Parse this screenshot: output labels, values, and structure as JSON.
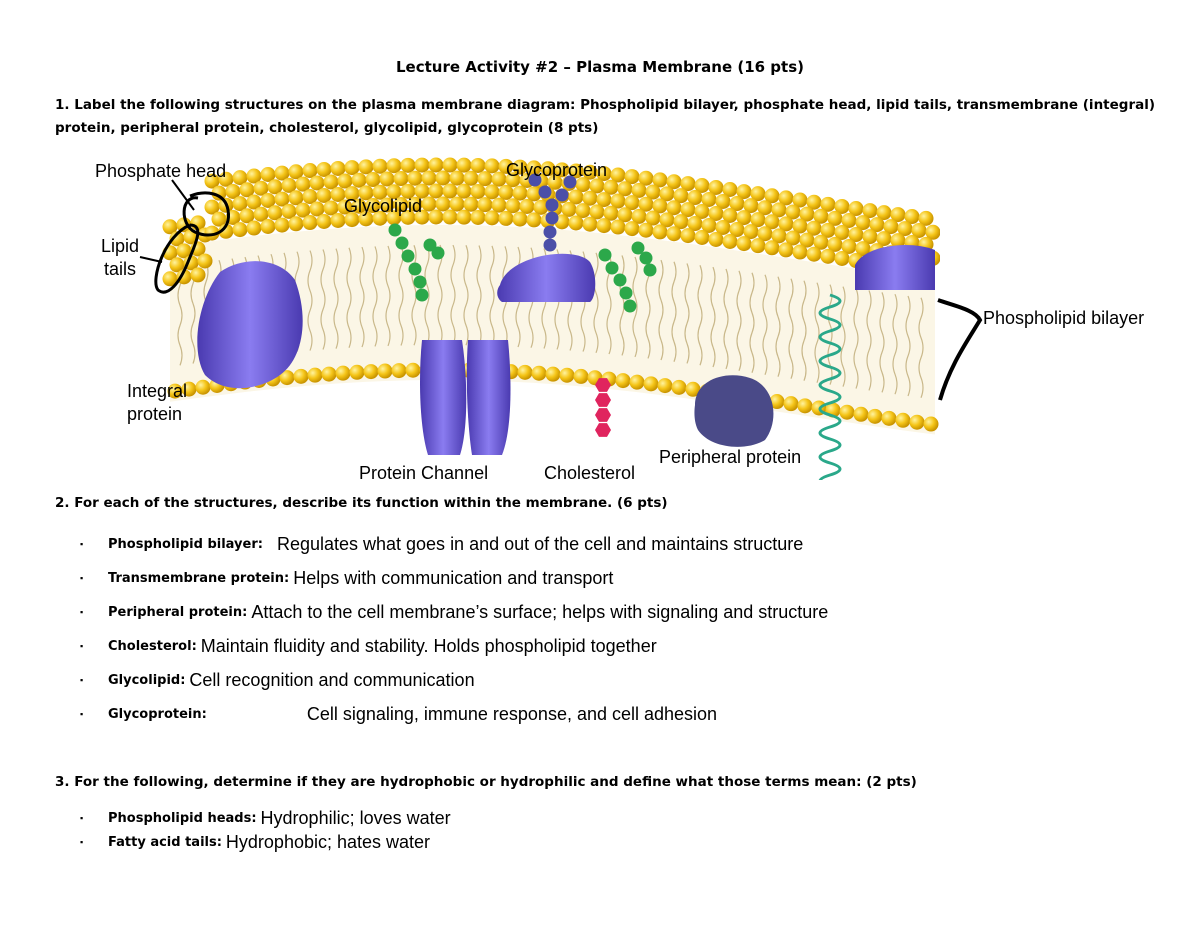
{
  "title": "Lecture Activity #2 – Plasma Membrane (16 pts)",
  "q1": "1. Label the following structures on the plasma membrane diagram: Phospholipid bilayer, phosphate head, lipid tails, transmembrane (integral) protein, peripheral protein, cholesterol, glycolipid, glycoprotein (8 pts)",
  "labels": {
    "phosphate_head": "Phosphate head",
    "lipid": "Lipid",
    "tails": "tails",
    "glycolipid": "Glycolipid",
    "glycoprotein": "Glycoprotein",
    "phospholipid_bilayer": "Phospholipid bilayer",
    "integral": "Integral",
    "protein": "protein",
    "protein_channel": "Protein Channel",
    "cholesterol": "Cholesterol",
    "peripheral_protein": "Peripheral protein"
  },
  "q2": "2. For each of the structures, describe its function within the membrane. (6 pts)",
  "functions": [
    {
      "term": "Phospholipid bilayer:",
      "answer": "Regulates what goes in and out of the cell and maintains structure",
      "gap": 14
    },
    {
      "term": "Transmembrane protein:",
      "answer": "Helps with communication and transport",
      "gap": 0
    },
    {
      "term": "Peripheral protein:",
      "answer": "Attach to the cell membrane’s surface; helps with signaling and structure",
      "gap": 0
    },
    {
      "term": "Cholesterol:",
      "answer": "Maintain fluidity and stability. Holds phospholipid together",
      "gap": 0
    },
    {
      "term": "Glycolipid:",
      "answer": "Cell recognition and communication",
      "gap": 0
    },
    {
      "term": "Glycoprotein:",
      "answer": "Cell signaling, immune response, and cell adhesion",
      "gap": 100
    }
  ],
  "q3": "3. For the following, determine if they are hydrophobic or hydrophilic and define what those terms mean: (2 pts)",
  "properties": [
    {
      "term": "Phospholipid heads:",
      "answer": "Hydrophilic; loves water"
    },
    {
      "term": "Fatty acid tails:",
      "answer": "Hydrophobic; hates water"
    }
  ],
  "bullet_char": "▪",
  "colors": {
    "phosphate_head": "#f5c518",
    "protein": "#6b5bd6",
    "glycolipid": "#2ca84a",
    "glycoprotein": "#4b4fa8",
    "cholesterol": "#e0245e",
    "peripheral": "#4a4a88",
    "helix": "#2aa88a"
  }
}
